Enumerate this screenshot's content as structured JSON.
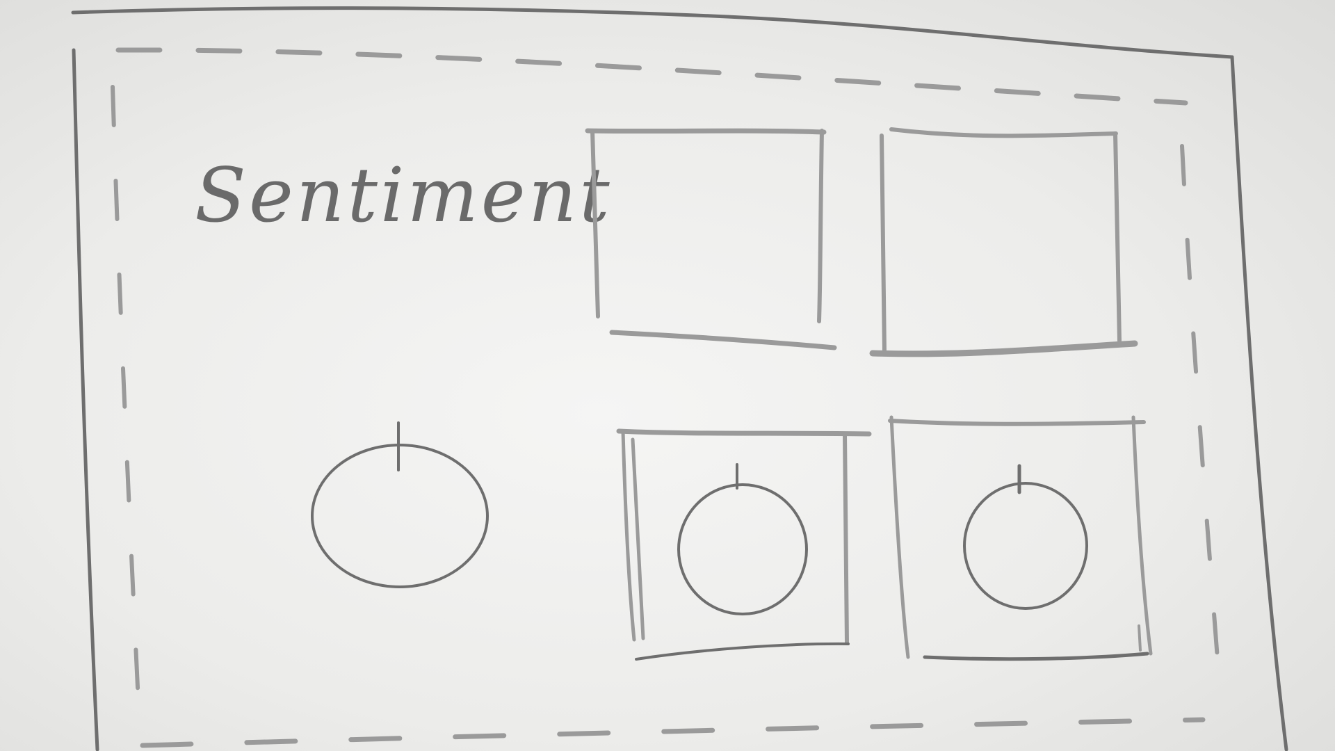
{
  "dashboard": {
    "title": "Sentiment"
  },
  "widgets": {
    "top_row": [
      {
        "kind": "box",
        "content": ""
      },
      {
        "kind": "box",
        "content": ""
      }
    ],
    "bottom_row": [
      {
        "kind": "gauge",
        "framed": false
      },
      {
        "kind": "gauge",
        "framed": true
      },
      {
        "kind": "gauge",
        "framed": true
      }
    ]
  },
  "colors": {
    "pencil": "#6e6e6e",
    "paper": "#efefed"
  }
}
